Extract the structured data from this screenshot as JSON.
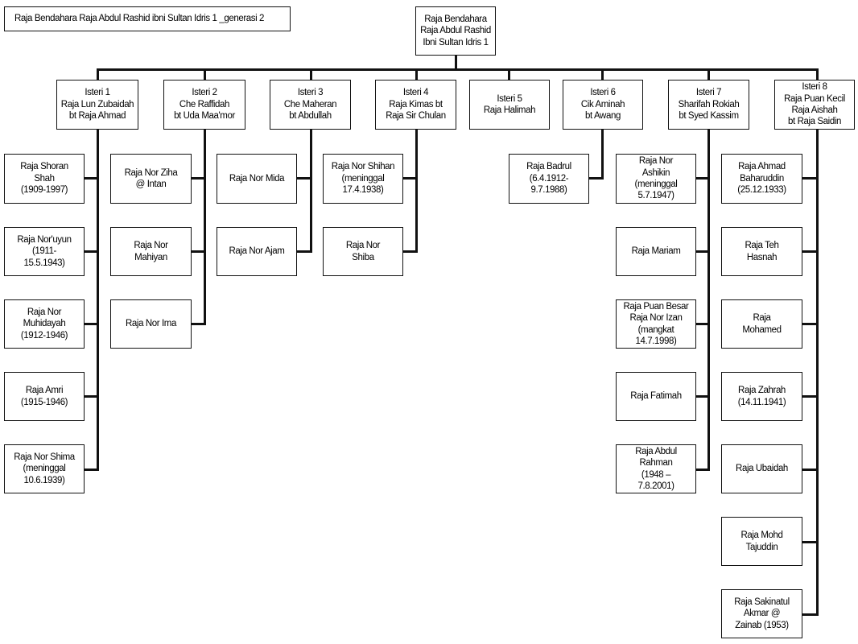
{
  "title": "Raja Bendahara Raja Abdul Rashid ibni Sultan Idris 1 _generasi 2",
  "root": "Raja Bendahara\nRaja Abdul Rashid\nIbni Sultan Idris 1",
  "wives": [
    {
      "label": "Isteri 1\nRaja Lun Zubaidah\nbt Raja Ahmad",
      "children": [
        "Raja Shoran\nShah\n(1909-1997)",
        "Raja Nor'uyun\n(1911-\n15.5.1943)",
        "Raja Nor\nMuhidayah\n(1912-1946)",
        "Raja Amri\n(1915-1946)",
        "Raja Nor Shima\n(meninggal\n10.6.1939)"
      ]
    },
    {
      "label": "Isteri 2\nChe Raffidah\nbt Uda Maa'mor",
      "children": [
        "Raja Nor Ziha\n@ Intan",
        "Raja Nor\nMahiyan",
        "Raja Nor Ima"
      ]
    },
    {
      "label": "Isteri 3\nChe Maheran\nbt Abdullah",
      "children": [
        "Raja Nor Mida",
        "Raja Nor Ajam"
      ]
    },
    {
      "label": "Isteri 4\nRaja Kimas bt\nRaja Sir Chulan",
      "children": [
        "Raja Nor Shihan\n(meninggal\n17.4.1938)",
        "Raja Nor\nShiba"
      ]
    },
    {
      "label": "Isteri 5\nRaja Halimah",
      "children": []
    },
    {
      "label": "Isteri 6\nCik Aminah\nbt Awang",
      "children": [
        "Raja Badrul\n(6.4.1912-\n9.7.1988)"
      ]
    },
    {
      "label": "Isteri 7\nSharifah Rokiah\nbt Syed Kassim",
      "children": [
        "Raja Nor\nAshikin\n(meninggal\n5.7.1947)",
        "Raja Mariam",
        "Raja Puan Besar\nRaja Nor Izan\n(mangkat\n14.7.1998)",
        "Raja Fatimah",
        "Raja Abdul\nRahman\n(1948 –\n7.8.2001)"
      ]
    },
    {
      "label": "Isteri 8\nRaja Puan Kecil\nRaja Aishah\nbt Raja Saidin",
      "children": [
        "Raja Ahmad\nBaharuddin\n(25.12.1933)",
        "Raja Teh\nHasnah",
        "Raja\nMohamed",
        "Raja Zahrah\n(14.11.1941)",
        "Raja Ubaidah",
        "Raja Mohd\nTajuddin",
        "Raja Sakinatul\nAkmar @\nZainab (1953)"
      ]
    }
  ]
}
